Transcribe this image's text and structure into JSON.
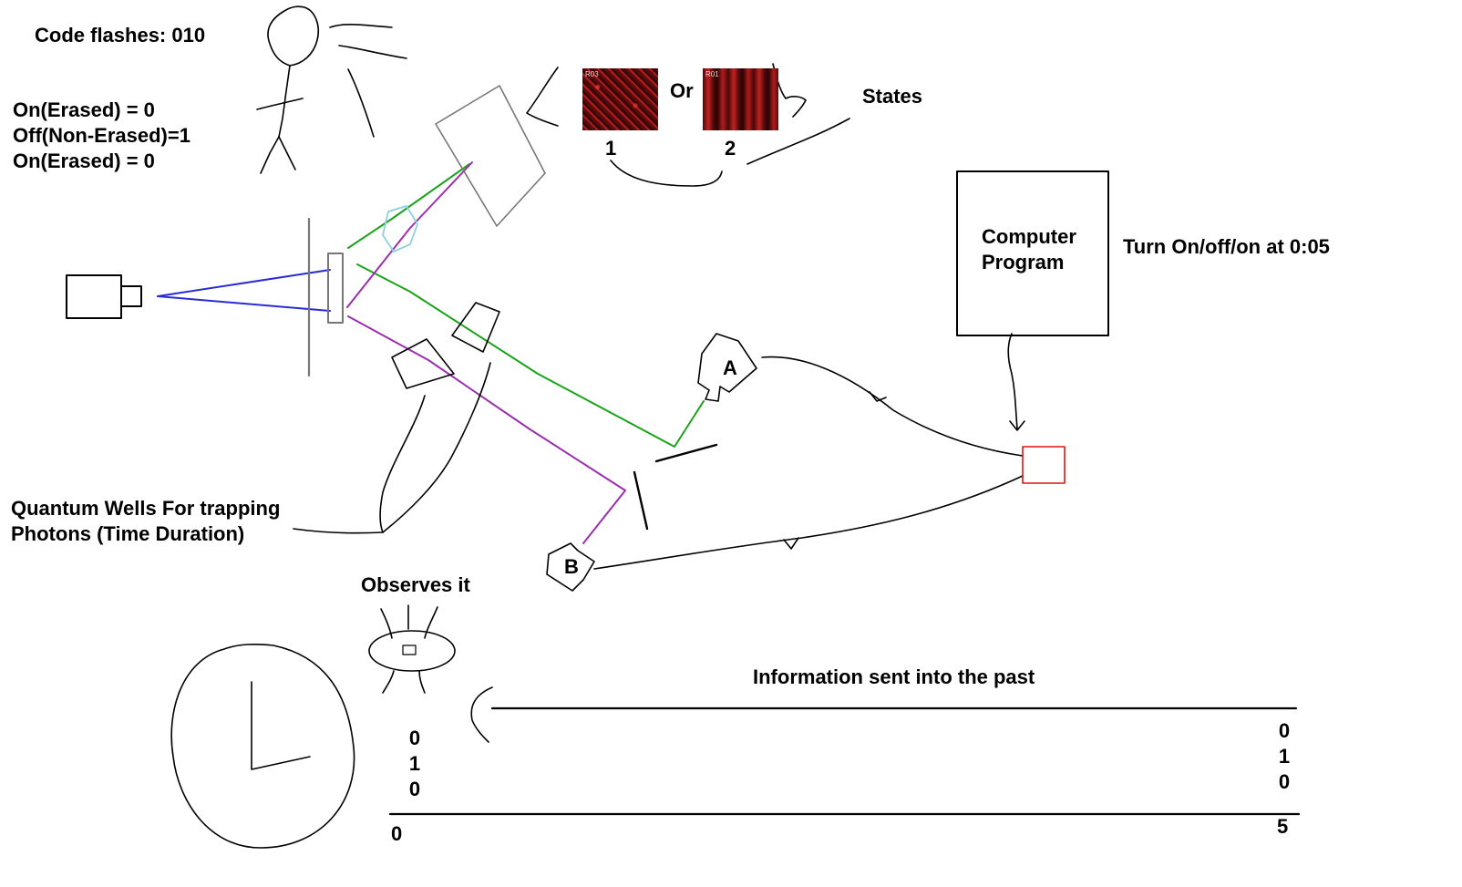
{
  "code": {
    "title": "Code flashes: 010",
    "line1": "On(Erased) = 0",
    "line2": "Off(Non-Erased)=1",
    "line3": "On(Erased) = 0"
  },
  "states": {
    "or_label": "Or",
    "label": "States",
    "num1": "1",
    "num2": "2",
    "tag1": "R03",
    "tag2": "R01",
    "pattern1_color": "#8a1414",
    "pattern2_color": "#7a1010"
  },
  "computer": {
    "line1": "Computer",
    "line2": "Program",
    "turn_label": "Turn On/off/on at 0:05"
  },
  "detectors": {
    "a": "A",
    "b": "B"
  },
  "wells": {
    "line1": "Quantum Wells For trapping",
    "line2": "Photons (Time Duration)"
  },
  "observer": {
    "label": "Observes it"
  },
  "timeline": {
    "label": "Information sent into the past",
    "left_bits": [
      "0",
      "1",
      "0"
    ],
    "right_bits": [
      "0",
      "1",
      "0"
    ],
    "start": "0",
    "end": "5"
  },
  "colors": {
    "laser": "#2b2bd6",
    "green_path": "#1aa31a",
    "purple_path": "#9b2fae",
    "crystal": "#8fcfe0",
    "coincidence": "#e01010",
    "screen": "#777777"
  }
}
